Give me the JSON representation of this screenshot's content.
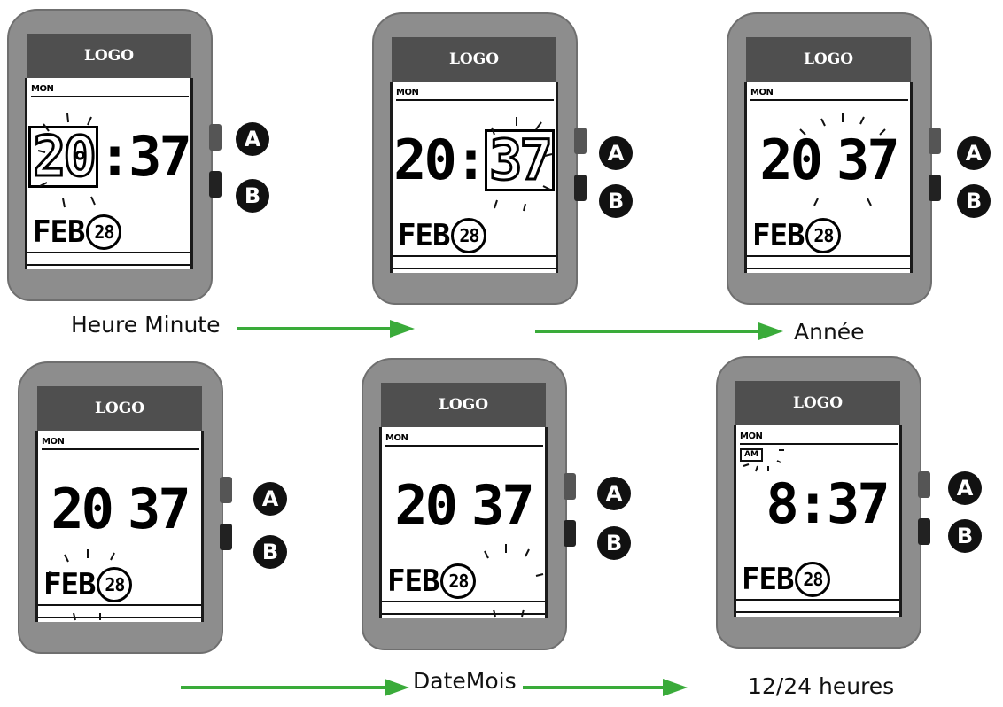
{
  "watches": [
    {
      "logo": "LOGO",
      "day": "MON",
      "ampm": "",
      "hour": "20",
      "colon": ":",
      "minute": "37",
      "month": "FEB",
      "date": "28",
      "highlight": "hour"
    },
    {
      "logo": "LOGO",
      "day": "MON",
      "ampm": "",
      "hour": "20",
      "colon": ":",
      "minute": "37",
      "month": "FEB",
      "date": "28",
      "highlight": "minute"
    },
    {
      "logo": "LOGO",
      "day": "MON",
      "ampm": "",
      "hour": "20",
      "colon": "",
      "minute": "37",
      "month": "FEB",
      "date": "28",
      "highlight": "year"
    },
    {
      "logo": "LOGO",
      "day": "MON",
      "ampm": "",
      "hour": "20",
      "colon": "",
      "minute": "37",
      "month": "FEB",
      "date": "28",
      "highlight": "month"
    },
    {
      "logo": "LOGO",
      "day": "MON",
      "ampm": "",
      "hour": "20",
      "colon": "",
      "minute": "37",
      "month": "FEB",
      "date": "28",
      "highlight": "date"
    },
    {
      "logo": "LOGO",
      "day": "MON",
      "ampm": "AM",
      "hour": "8",
      "colon": ":",
      "minute": "37",
      "month": "FEB",
      "date": "28",
      "highlight": "ampm"
    }
  ],
  "buttons": {
    "a": "A",
    "b": "B"
  },
  "labels": {
    "hour_minute": "Heure Minute",
    "year": "Année",
    "date_month": "DateMois",
    "mode_12_24": "12/24 heures"
  },
  "colors": {
    "arrow": "#3aab3a",
    "case": "#8d8d8d",
    "logo_bar": "#4f4f4f"
  }
}
